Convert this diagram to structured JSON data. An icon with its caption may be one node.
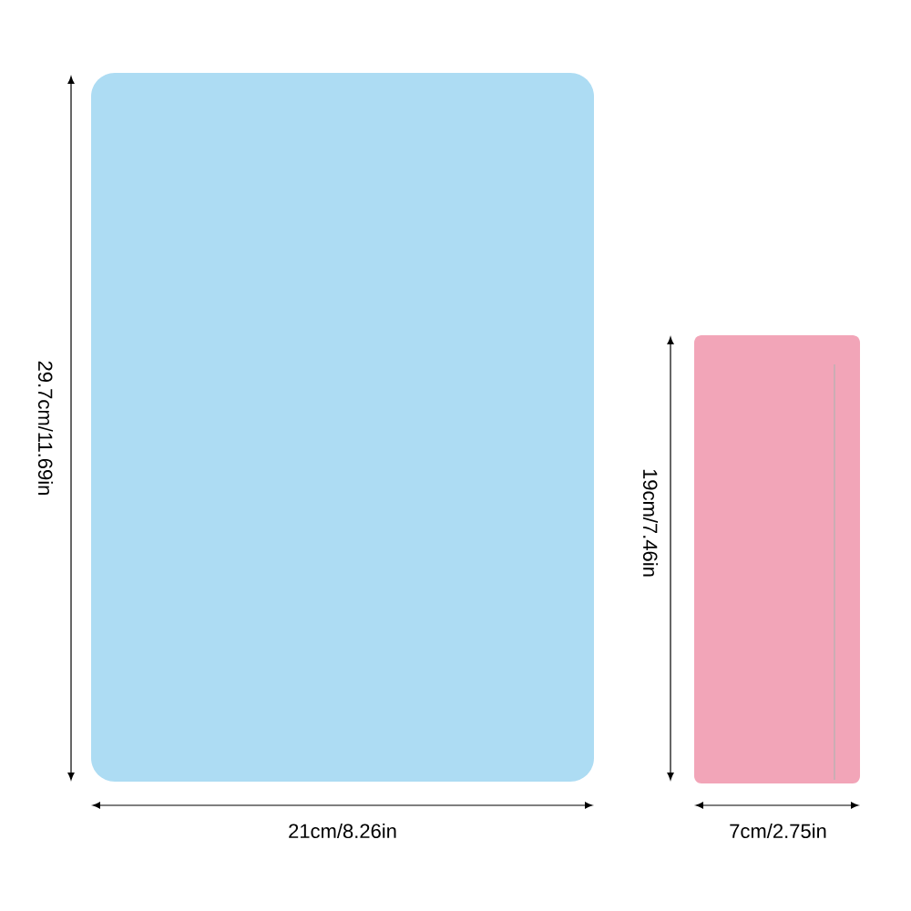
{
  "diagram": {
    "nodes": [
      {
        "text": [],
        "shape": "box"
      },
      {
        "text": [],
        "shape": "box"
      }
    ],
    "labels": [
      "29.7cm/11.69in",
      "19cm/7.46in",
      "21cm/8.26in",
      "7cm/2.75in"
    ]
  }
}
